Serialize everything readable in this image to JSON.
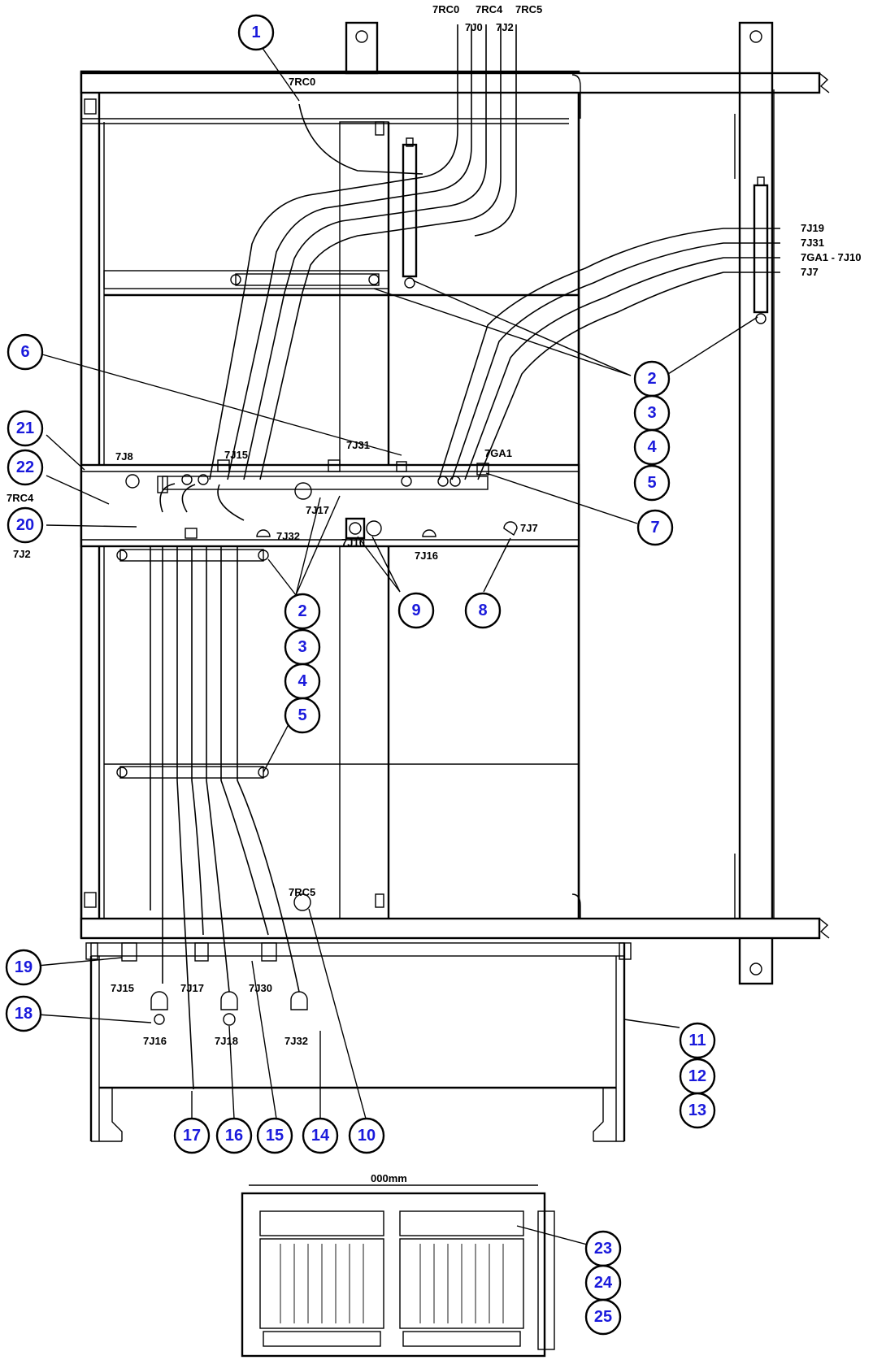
{
  "connector_labels": {
    "top_7rc0": "7RC0",
    "top_7rc4": "7RC4",
    "top_7rc5": "7RC5",
    "top_7j0": "7J0",
    "top_7j2": "7J2",
    "upper_7rc0": "7RC0",
    "right_7j19": "7J19",
    "right_7j31": "7J31",
    "right_7ga1_7j10": "7GA1 - 7J10",
    "right_7j7": "7J7",
    "mid_7j8": "7J8",
    "mid_7j15": "7J15",
    "mid_7j31": "7J31",
    "mid_7ga1": "7GA1",
    "mid_7j17": "7J17",
    "mid_7j32": "7J32",
    "mid_7j10": "7J10",
    "mid_7j16": "7J16",
    "mid_7j7": "7J7",
    "left_7rc4": "7RC4",
    "left_7j2": "7J2",
    "lower_7rc5": "7RC5",
    "bottom_7j15": "7J15",
    "bottom_7j17": "7J17",
    "bottom_7j30": "7J30",
    "bottom_7j16": "7J16",
    "bottom_7j18": "7J18",
    "bottom_7j32": "7J32",
    "inset_top": "000mm"
  },
  "callouts": [
    "1",
    "2",
    "3",
    "4",
    "5",
    "6",
    "7",
    "8",
    "9",
    "10",
    "11",
    "12",
    "13",
    "14",
    "15",
    "16",
    "17",
    "18",
    "19",
    "20",
    "21",
    "22",
    "23",
    "24",
    "25"
  ],
  "colors": {
    "line": "#000000",
    "callout_text": "#1a1adc",
    "background": "#ffffff"
  }
}
